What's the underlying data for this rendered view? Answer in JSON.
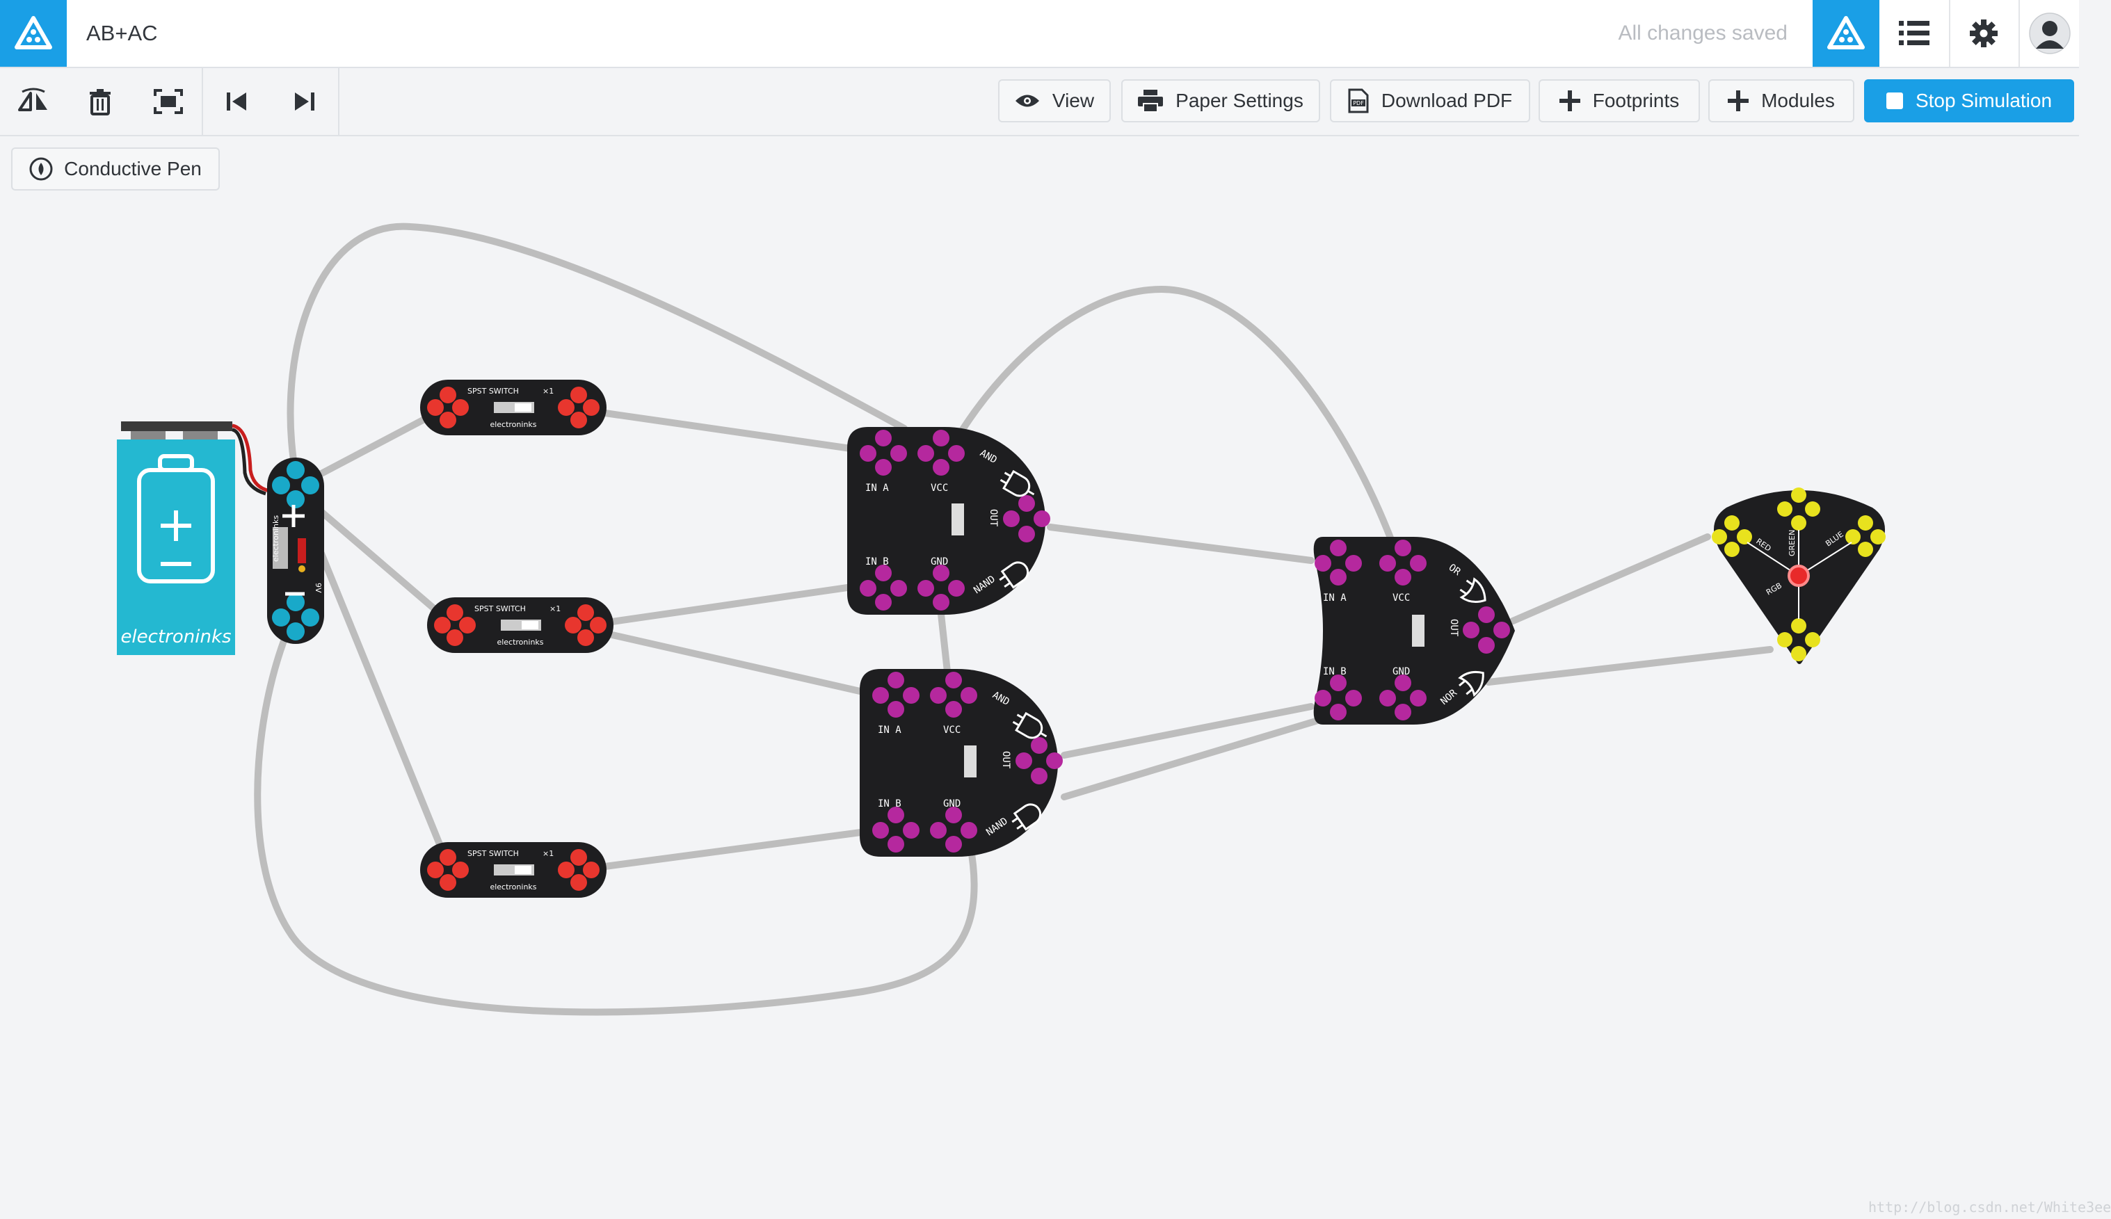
{
  "header": {
    "title": "AB+AC",
    "save_status": "All changes saved"
  },
  "toolbar": {
    "view_label": "View",
    "paper_settings_label": "Paper Settings",
    "download_pdf_label": "Download PDF",
    "footprints_label": "Footprints",
    "modules_label": "Modules",
    "stop_simulation_label": "Stop Simulation"
  },
  "tools": {
    "pen_label": "Conductive Pen"
  },
  "modules": {
    "battery_brand": "electr",
    "battery_brand_ninks": "ninks",
    "switch_label": "SPST SWITCH",
    "switch_count": "×1",
    "switch_brand": "electroninks",
    "gate_in_a": "IN A",
    "gate_in_b": "IN B",
    "gate_vcc": "VCC",
    "gate_gnd": "GND",
    "gate_out": "OUT",
    "gate_and": "AND",
    "gate_nand": "NAND",
    "gate_or": "OR",
    "gate_nor": "NOR",
    "hub_9v": "9V",
    "hub_brand": "electroninks",
    "led_red": "RED",
    "led_green": "GREEN",
    "led_blue": "BLUE",
    "led_rgb": "RGB"
  },
  "watermark": "http://blog.csdn.net/White3ee",
  "colors": {
    "accent": "#1a9fe6",
    "wire": "#bdbdbd",
    "board": "#1e1e20",
    "pad_magenta": "#b5289e",
    "pad_red": "#e8362e",
    "pad_cyan": "#19a9c9",
    "pad_yellow": "#e8e21e",
    "battery": "#24b8d1"
  }
}
